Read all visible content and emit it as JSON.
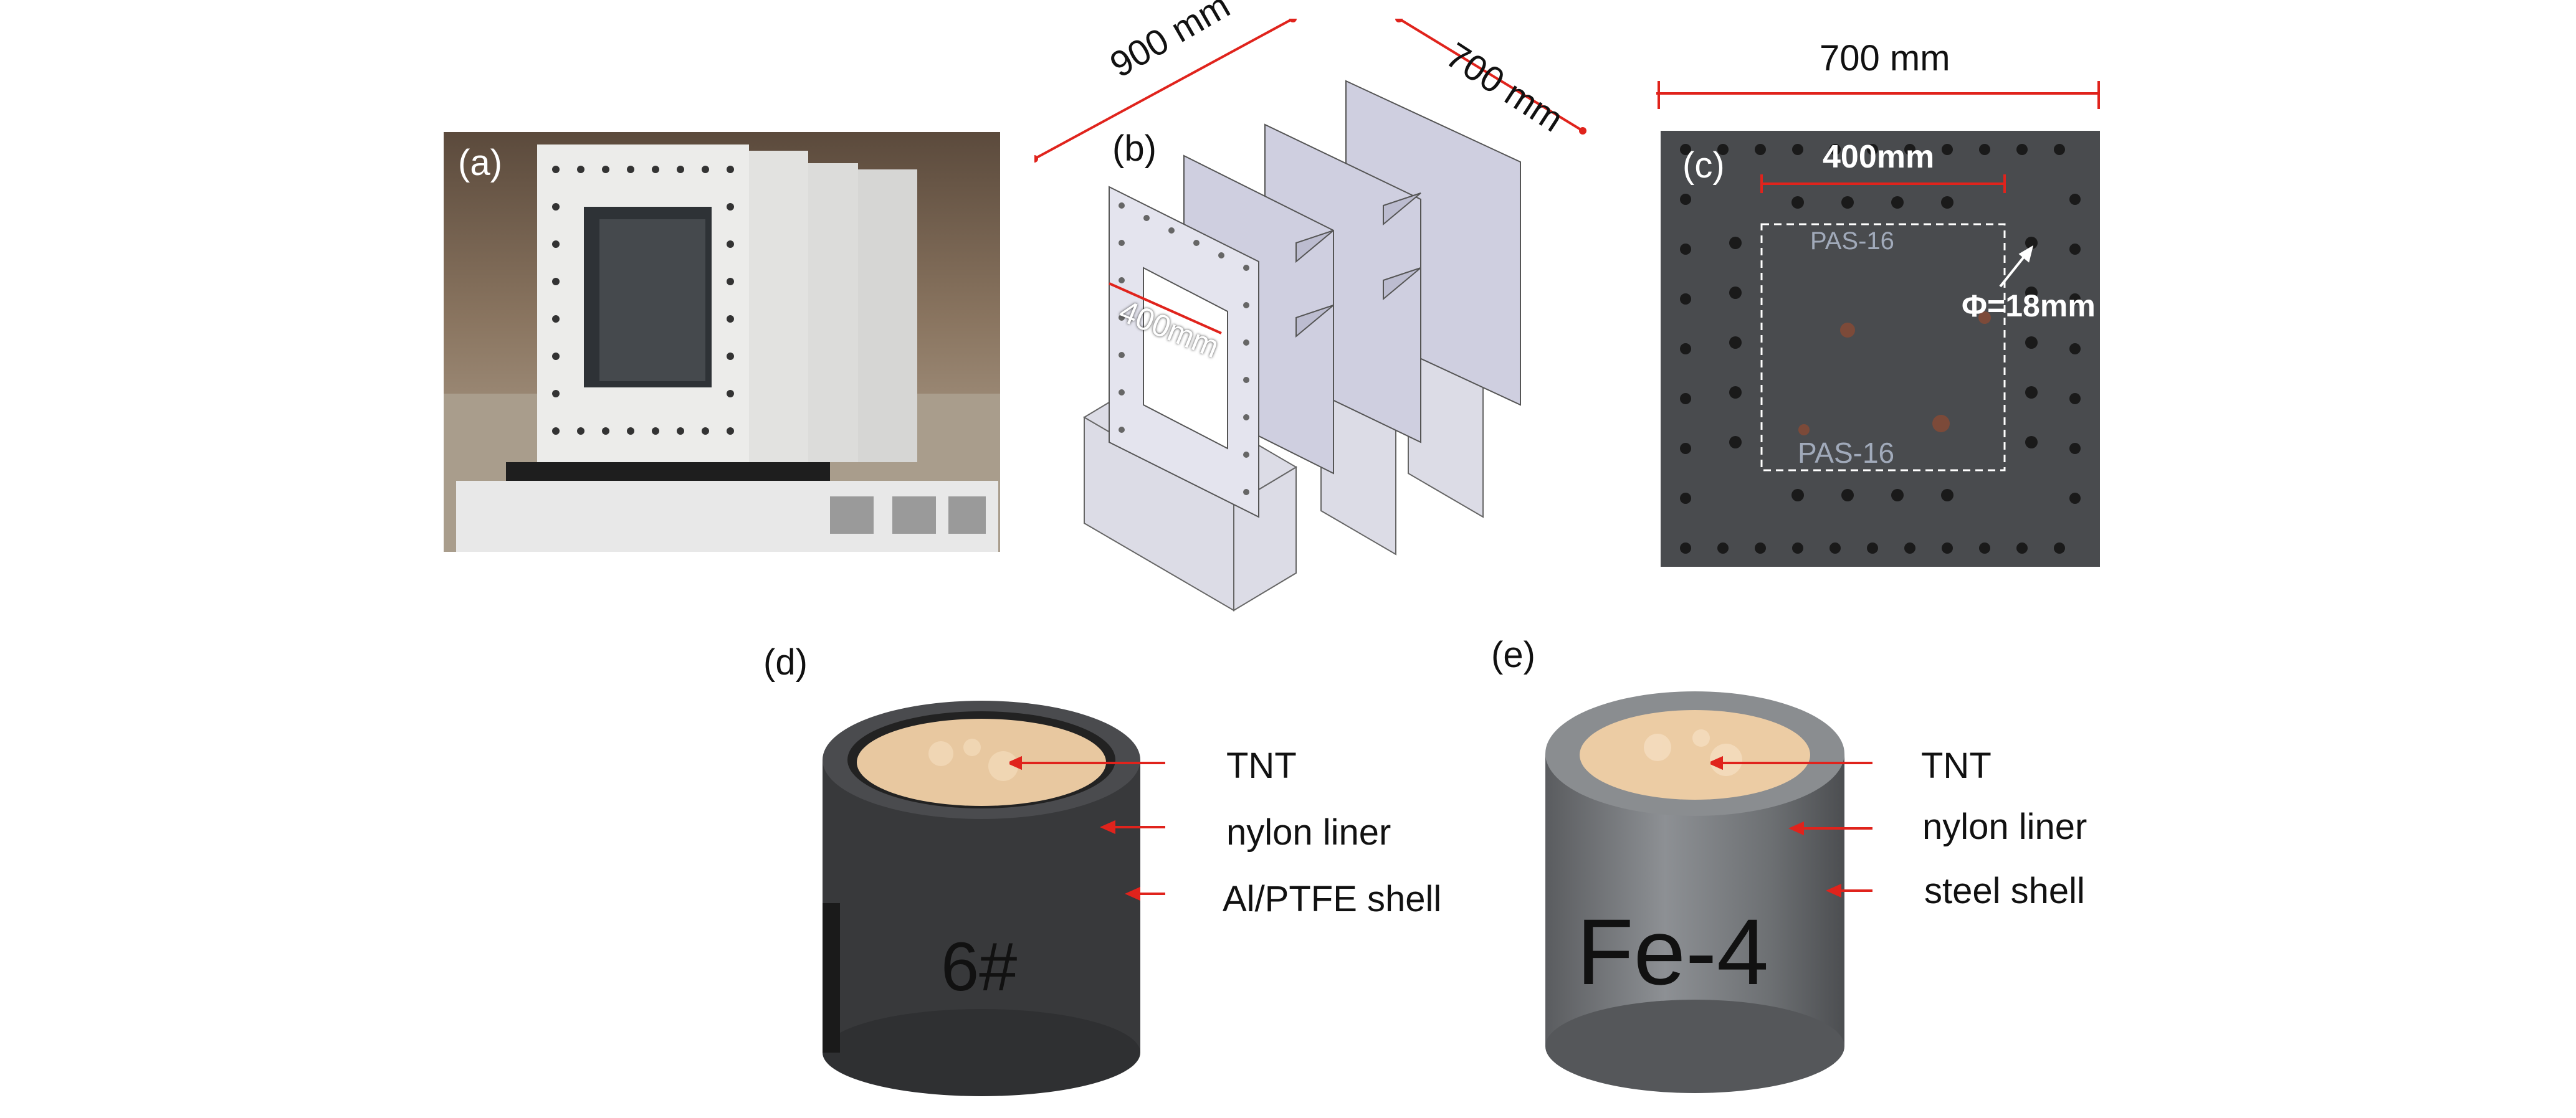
{
  "panels": {
    "a": {
      "label": "(a)"
    },
    "b": {
      "label": "(b)",
      "dim_length": "900 mm",
      "dim_width": "700 mm",
      "dim_opening": "400mm"
    },
    "c": {
      "label": "(c)",
      "dim_plate": "700 mm",
      "dim_window": "400mm",
      "hole_diameter": "Φ=18mm",
      "marking_top": "PAS-16",
      "marking_bottom": "PAS-16"
    },
    "d": {
      "label": "(d)",
      "specimen_mark": "6#",
      "annotations": [
        "TNT",
        "nylon liner",
        "Al/PTFE shell"
      ]
    },
    "e": {
      "label": "(e)",
      "specimen_mark": "Fe-4",
      "annotations": [
        "TNT",
        "nylon liner",
        "steel shell"
      ]
    }
  },
  "colors": {
    "dimension_line": "#e0231c",
    "arrow": "#e0231c",
    "background": "#ffffff"
  }
}
